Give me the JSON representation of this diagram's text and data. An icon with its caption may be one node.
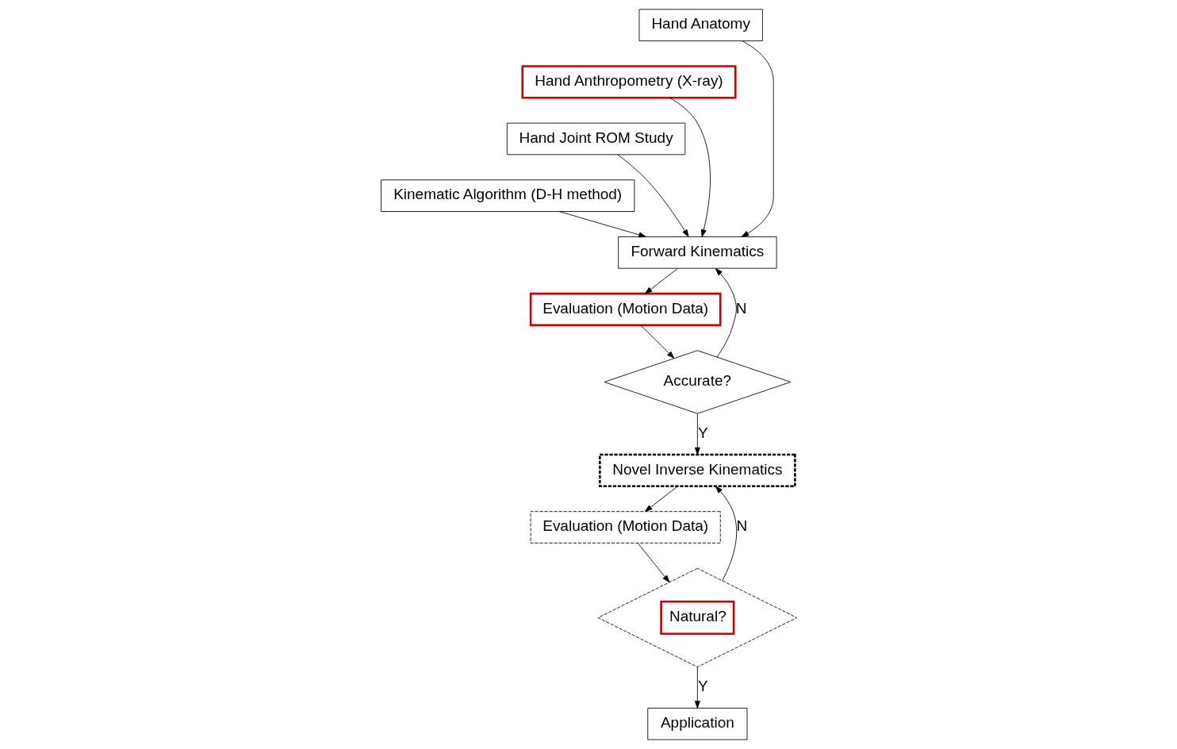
{
  "diagram": {
    "nodes": [
      {
        "text": [
          "Hand Anatomy"
        ]
      },
      {
        "text": [
          "Hand Anthropometry (X-ray)"
        ]
      },
      {
        "text": [
          "Hand Joint ROM Study"
        ]
      },
      {
        "text": [
          "Kinematic Algorithm (D-H method)"
        ]
      },
      {
        "text": [
          "Forward Kinematics"
        ]
      },
      {
        "text": [
          "Evaluation (Motion Data)"
        ]
      },
      {
        "text": [
          "Accurate?"
        ]
      },
      {
        "text": [
          "Novel Inverse Kinematics"
        ]
      },
      {
        "text": [
          "Evaluation (Motion Data)"
        ]
      },
      {
        "text": [
          "Natural?"
        ]
      },
      {
        "text": [
          "Application"
        ]
      }
    ],
    "edges": [
      {
        "from": 0,
        "to": 4,
        "arrow": "to"
      },
      {
        "from": 1,
        "to": 4,
        "arrow": "to"
      },
      {
        "from": 2,
        "to": 4,
        "arrow": "to"
      },
      {
        "from": 3,
        "to": 4,
        "arrow": "to"
      },
      {
        "from": 4,
        "to": 5,
        "arrow": "to"
      },
      {
        "from": 5,
        "to": 6,
        "arrow": "to"
      },
      {
        "from": 6,
        "to": 4,
        "arrow": "to",
        "label": "N"
      },
      {
        "from": 6,
        "to": 7,
        "arrow": "to",
        "label": "Y"
      },
      {
        "from": 9,
        "to": 7,
        "arrow": "to",
        "label": "N"
      },
      {
        "from": 7,
        "to": 8,
        "arrow": "to"
      },
      {
        "from": 8,
        "to": 9,
        "arrow": "to"
      },
      {
        "from": 9,
        "to": 10,
        "arrow": "to",
        "label": "Y"
      }
    ]
  }
}
